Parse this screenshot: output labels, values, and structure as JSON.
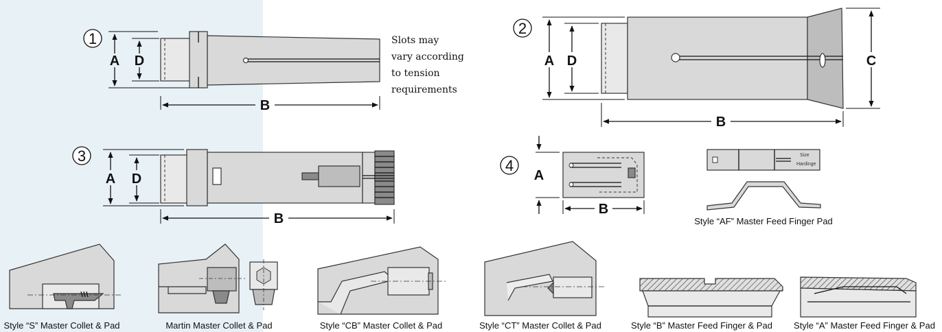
{
  "figures": {
    "fig1": {
      "number": "1",
      "labels": {
        "a": "A",
        "d": "D",
        "b": "B"
      }
    },
    "fig2": {
      "number": "2",
      "labels": {
        "a": "A",
        "d": "D",
        "b": "B",
        "c": "C"
      }
    },
    "fig3": {
      "number": "3",
      "labels": {
        "a": "A",
        "d": "D",
        "b": "B"
      }
    },
    "fig4": {
      "number": "4",
      "labels": {
        "a": "A",
        "b": "B"
      }
    }
  },
  "note": {
    "lines": [
      "Slots may",
      "vary according",
      "to tension",
      "requirements"
    ]
  },
  "pad_stamp": {
    "line1": "Size",
    "line2": "Hardinge"
  },
  "captions": {
    "af_pad": "Style “AF” Master Feed Finger Pad",
    "style_s": "Style “S” Master Collet & Pad",
    "martin": "Martin Master Collet & Pad",
    "style_cb": "Style “CB” Master Collet & Pad",
    "style_ct": "Style “CT” Master Collet & Pad",
    "style_b": "Style “B” Master Feed Finger & Pad",
    "style_a": "Style “A” Master Feed Finger & Pad"
  },
  "colors": {
    "panel_bg": "#e8f1f6",
    "metal": "#d9d9d9",
    "line": "#111111"
  }
}
